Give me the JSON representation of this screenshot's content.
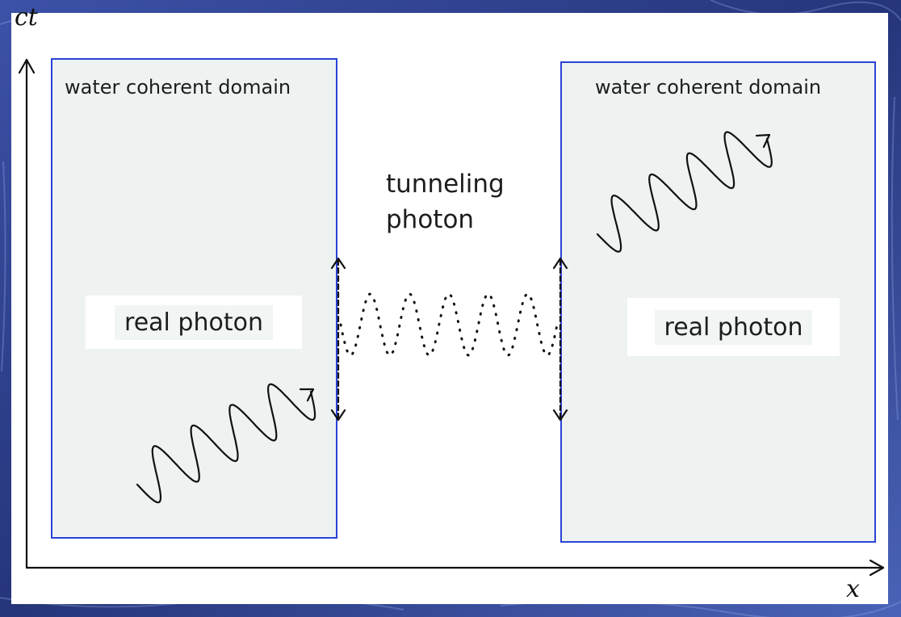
{
  "axes": {
    "y_label": "ct",
    "x_label": "x"
  },
  "left_domain": {
    "title": "water coherent domain",
    "photon_label": "real photon"
  },
  "right_domain": {
    "title": "water coherent domain",
    "photon_label": "real photon"
  },
  "tunneling": {
    "line1": "tunneling",
    "line2": "photon"
  },
  "colors": {
    "domain_border": "#2a43d6",
    "domain_fill": "#eef3f2",
    "frame": "#2e3f86"
  }
}
